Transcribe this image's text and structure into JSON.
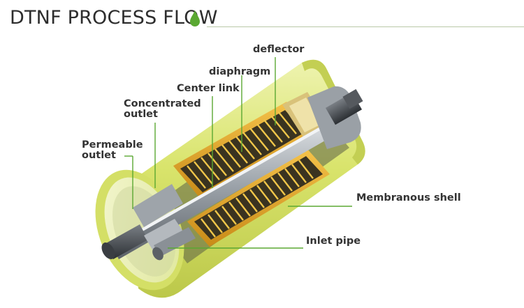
{
  "header": {
    "title": "DTNF PROCESS FLOW",
    "accent_color": "#5aa832",
    "icon": "water-drop-icon"
  },
  "diagram": {
    "labels": {
      "deflector": "deflector",
      "diaphragm": "diaphragm",
      "center_link": "Center link",
      "concentrated_outlet_line1": "Concentrated",
      "concentrated_outlet_line2": "outlet",
      "permeable_outlet_line1": "Permeable",
      "permeable_outlet_line2": "outlet",
      "membranous_shell": "Membranous shell",
      "inlet_pipe": "Inlet pipe"
    },
    "colors": {
      "shell": "#d7e26a",
      "shell_inner": "#e9ef9c",
      "membrane": "#e0a626",
      "rod": "#a7adb4",
      "leader_line": "#5aa832"
    }
  }
}
